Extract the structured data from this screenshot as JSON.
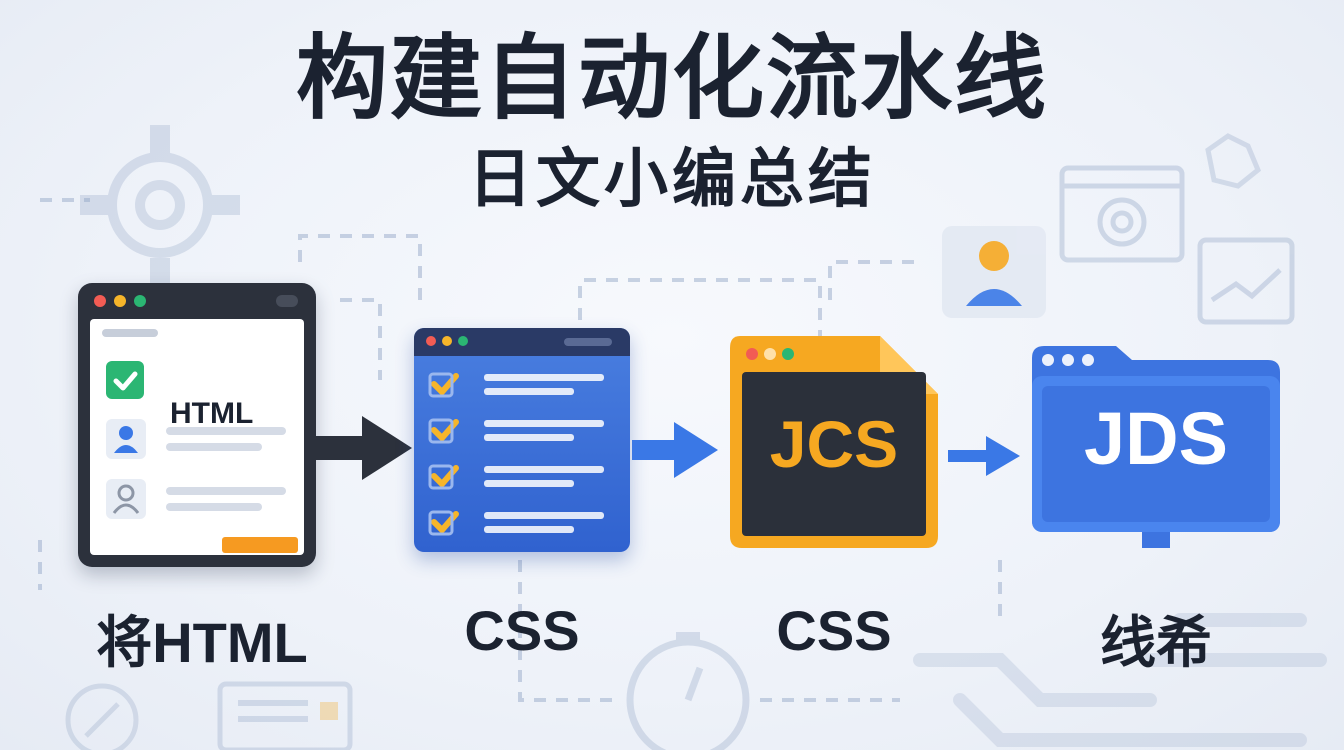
{
  "header": {
    "title": "构建自动化流水线",
    "subtitle": "日文小编总结"
  },
  "steps": [
    {
      "card_text": "HTML",
      "label": "将HTML",
      "icon": "browser-form-icon"
    },
    {
      "card_text": "",
      "label": "CSS",
      "icon": "checklist-window-icon"
    },
    {
      "card_text": "JCS",
      "label": "CSS",
      "icon": "code-file-icon"
    },
    {
      "card_text": "JDS",
      "label": "线希",
      "icon": "folder-window-icon"
    }
  ],
  "colors": {
    "title": "#1b2230",
    "card1_frame": "#2c313c",
    "card2_blue": "#3062cf",
    "card3_orange": "#f6a821",
    "card4_blue": "#3d74e0",
    "arrow_dark": "#2c313c",
    "arrow_blue": "#3a78e6",
    "check_green": "#2bb673",
    "check_yellow": "#f6b52a"
  }
}
